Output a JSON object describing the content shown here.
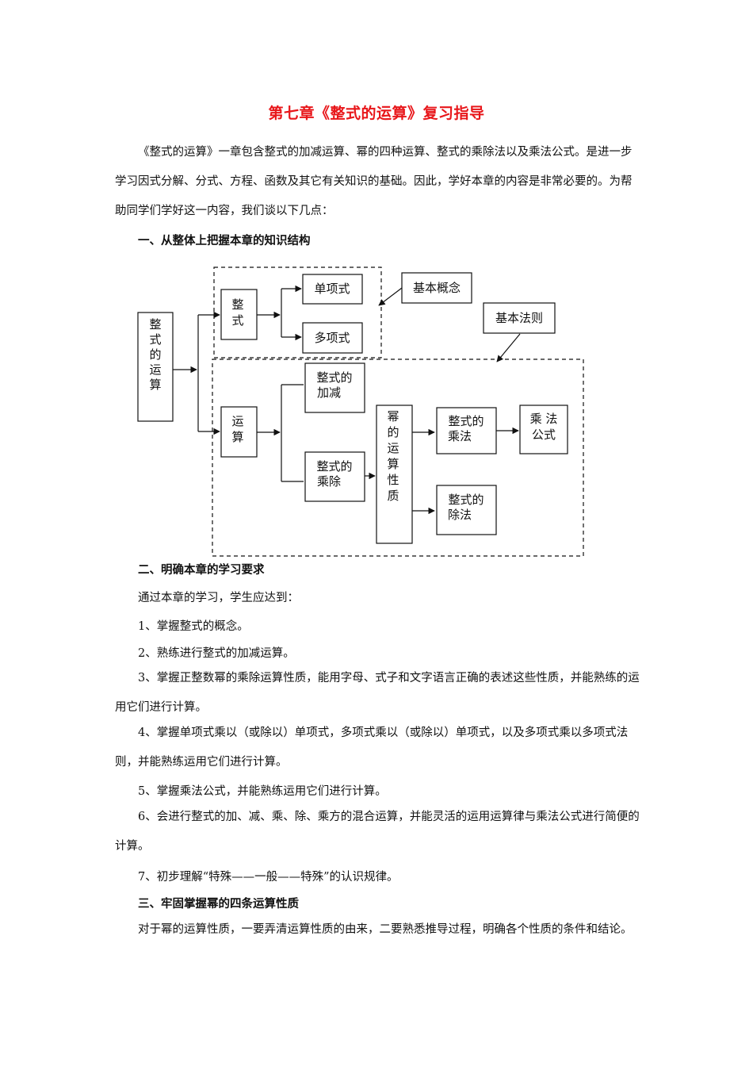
{
  "title": "第七章《整式的运算》复习指导",
  "intro": "《整式的运算》一章包含整式的加减运算、幂的四种运算、整式的乘除法以及乘法公式。是进一步学习因式分解、分式、方程、函数及其它有关知识的基础。因此，学好本章的内容是非常必要的。为帮助同学们学好这一内容，我们谈以下几点：",
  "section1": {
    "heading": "一、从整体上把握本章的知识结构"
  },
  "diagram": {
    "root": [
      "整",
      "式",
      "的",
      "运",
      "算"
    ],
    "zhengshi": [
      "整",
      "式"
    ],
    "danxiangshi": "单项式",
    "duoxiangshi": "多项式",
    "jiben_gainian": "基本概念",
    "jiben_faze": "基本法则",
    "yunsuan": [
      "运",
      "算"
    ],
    "jiajian": [
      "整式的",
      "加减"
    ],
    "chengchu": [
      "整式的",
      "乘除"
    ],
    "mi": [
      "幂",
      "的",
      "运",
      "算",
      "性",
      "质"
    ],
    "chengfa": [
      "整式的",
      "乘法"
    ],
    "chufa": [
      "整式的",
      "除法"
    ],
    "gongshi": [
      "乘 法",
      "公式"
    ]
  },
  "section2": {
    "heading": "二、明确本章的学习要求",
    "lead": "通过本章的学习，学生应达到：",
    "items": [
      "1、掌握整式的概念。",
      "2、熟练进行整式的加减运算。",
      "3、掌握正整数幂的乘除运算性质，能用字母、式子和文字语言正确的表述这些性质，并能熟练的运用它们进行计算。",
      "4、掌握单项式乘以（或除以）单项式，多项式乘以（或除以）单项式，以及多项式乘以多项式法则，并能熟练运用它们进行计算。",
      "5、掌握乘法公式，并能熟练运用它们进行计算。",
      "6、会进行整式的加、减、乘、除、乘方的混合运算，并能灵活的运用运算律与乘法公式进行简便的计算。",
      "7、初步理解“特殊——一般——特殊”的认识规律。"
    ]
  },
  "section3": {
    "heading": "三、牢固掌握幂的四条运算性质",
    "text": "对于幂的运算性质，一要弄清运算性质的由来，二要熟悉推导过程，明确各个性质的条件和结论。"
  }
}
